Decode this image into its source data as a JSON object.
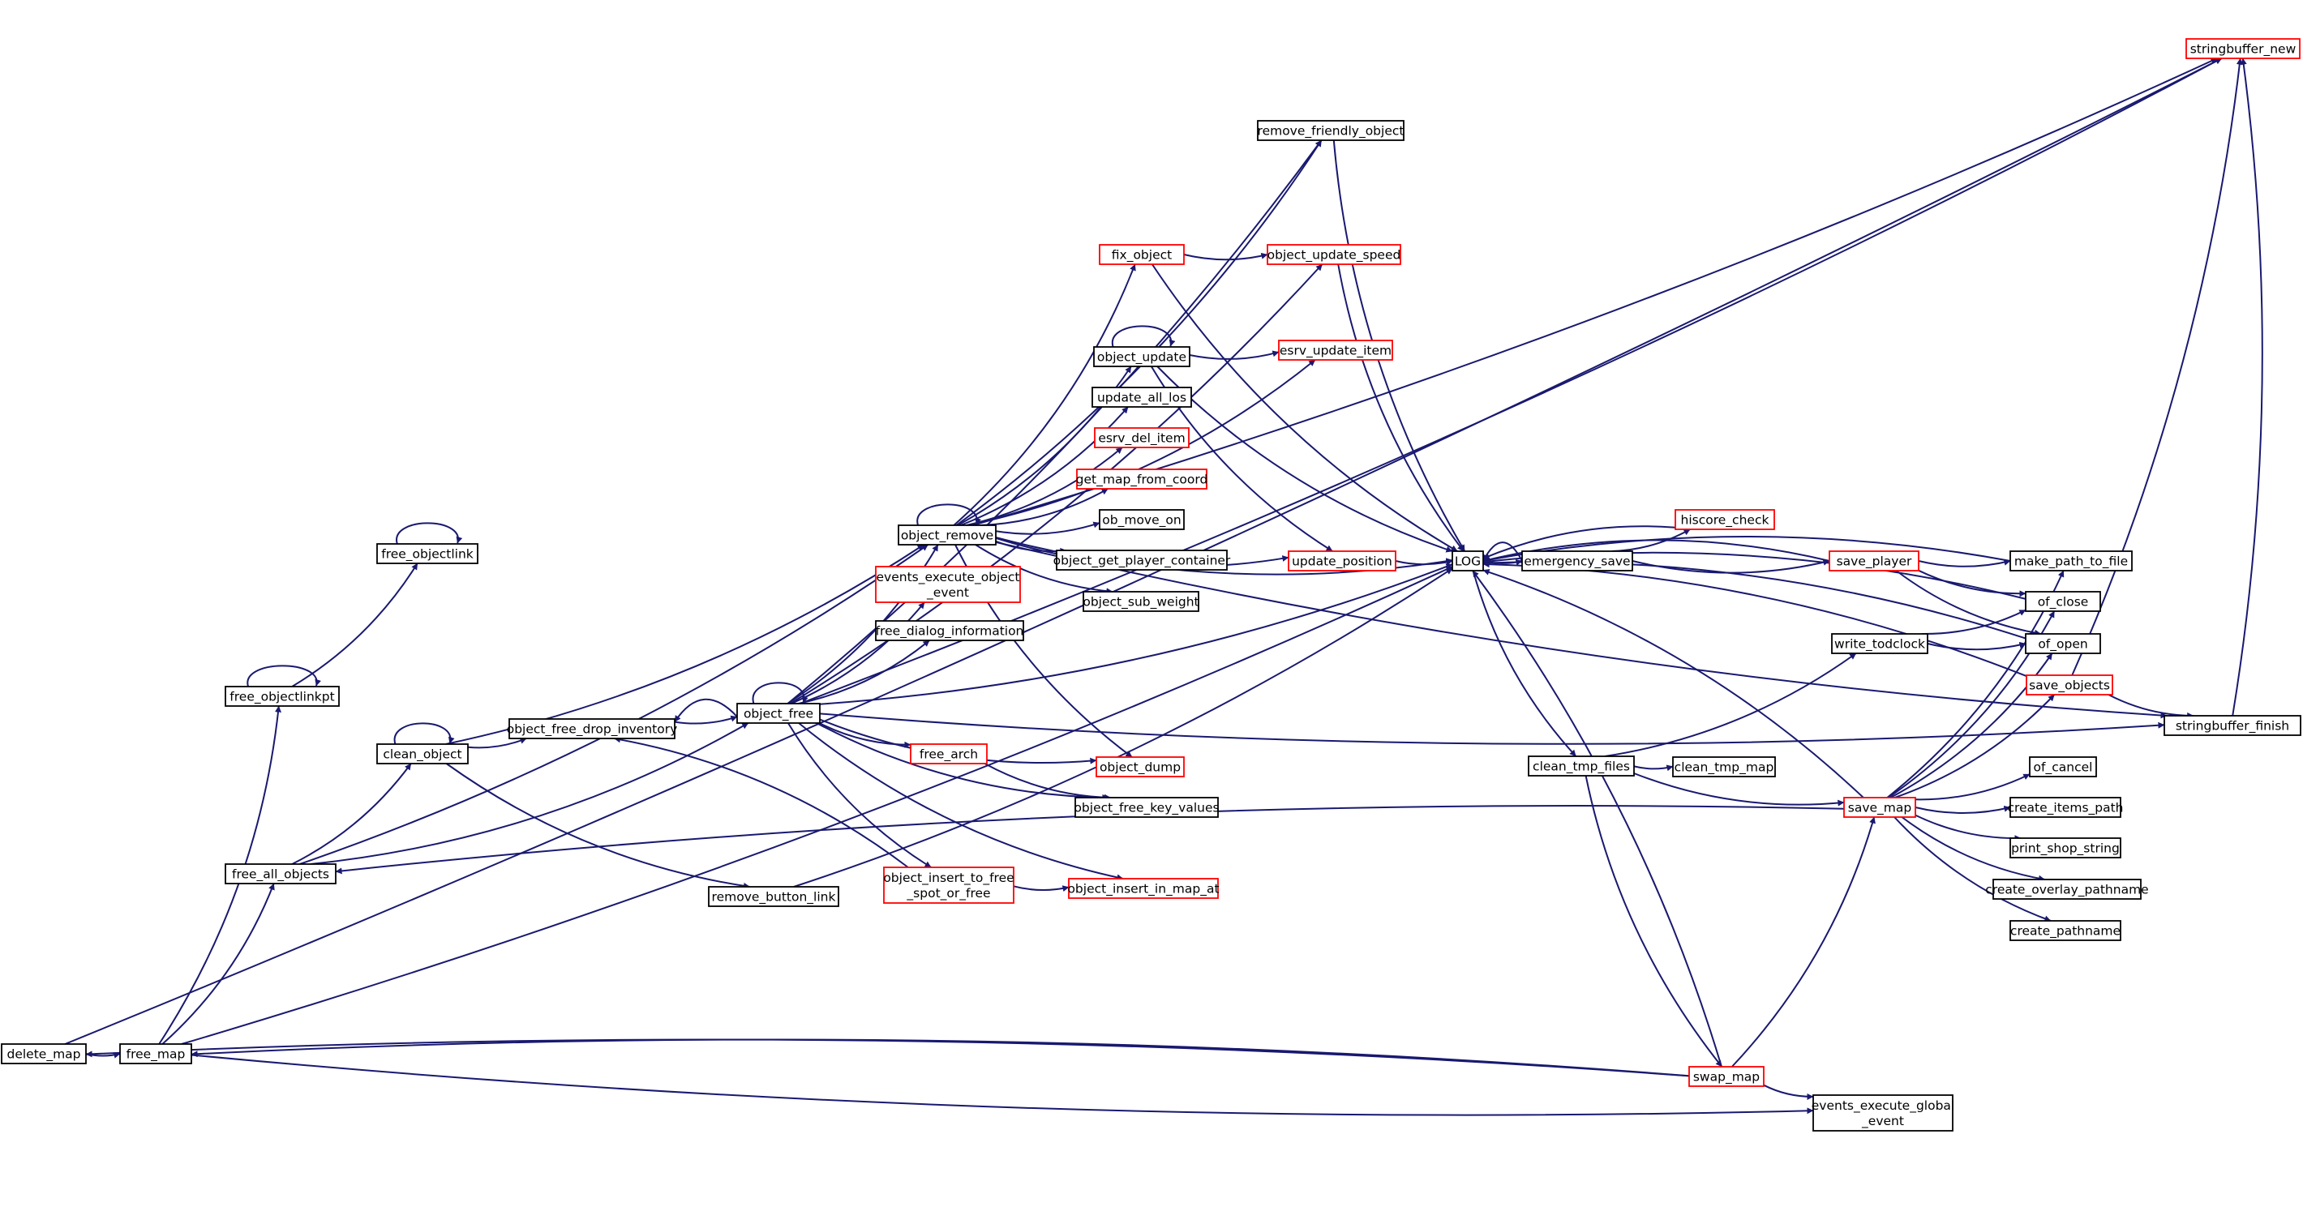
{
  "colors": {
    "edge": "#191970",
    "border_default": "#000000",
    "border_truncated": "#ff0000",
    "fill_default": "#ffffff",
    "fill_root": "#bfbfbf"
  },
  "nodes": [
    {
      "id": "delete_map",
      "lines": [
        "delete_map"
      ],
      "kind": "root"
    },
    {
      "id": "free_map",
      "lines": [
        "free_map"
      ],
      "kind": "normal"
    },
    {
      "id": "free_all_objects",
      "lines": [
        "free_all_objects"
      ],
      "kind": "normal"
    },
    {
      "id": "free_objectlinkpt",
      "lines": [
        "free_objectlinkpt"
      ],
      "kind": "normal"
    },
    {
      "id": "free_objectlink",
      "lines": [
        "free_objectlink"
      ],
      "kind": "normal"
    },
    {
      "id": "clean_object",
      "lines": [
        "clean_object"
      ],
      "kind": "normal"
    },
    {
      "id": "object_free_drop_inventory",
      "lines": [
        "object_free_drop_inventory"
      ],
      "kind": "normal"
    },
    {
      "id": "remove_button_link",
      "lines": [
        "remove_button_link"
      ],
      "kind": "normal"
    },
    {
      "id": "object_free",
      "lines": [
        "object_free"
      ],
      "kind": "normal"
    },
    {
      "id": "object_remove",
      "lines": [
        "object_remove"
      ],
      "kind": "normal"
    },
    {
      "id": "events_execute_object_event",
      "lines": [
        "events_execute_object",
        "_event"
      ],
      "kind": "truncated"
    },
    {
      "id": "free_dialog_information",
      "lines": [
        "free_dialog_information"
      ],
      "kind": "normal"
    },
    {
      "id": "free_arch",
      "lines": [
        "free_arch"
      ],
      "kind": "truncated"
    },
    {
      "id": "object_insert_to_free_spot_or_free",
      "lines": [
        "object_insert_to_free",
        "_spot_or_free"
      ],
      "kind": "truncated"
    },
    {
      "id": "object_insert_in_map_at",
      "lines": [
        "object_insert_in_map_at"
      ],
      "kind": "truncated"
    },
    {
      "id": "remove_friendly_object",
      "lines": [
        "remove_friendly_object"
      ],
      "kind": "normal"
    },
    {
      "id": "fix_object",
      "lines": [
        "fix_object"
      ],
      "kind": "truncated"
    },
    {
      "id": "object_update_speed",
      "lines": [
        "object_update_speed"
      ],
      "kind": "truncated"
    },
    {
      "id": "object_update",
      "lines": [
        "object_update"
      ],
      "kind": "normal"
    },
    {
      "id": "esrv_update_item",
      "lines": [
        "esrv_update_item"
      ],
      "kind": "truncated"
    },
    {
      "id": "update_all_los",
      "lines": [
        "update_all_los"
      ],
      "kind": "normal"
    },
    {
      "id": "esrv_del_item",
      "lines": [
        "esrv_del_item"
      ],
      "kind": "truncated"
    },
    {
      "id": "get_map_from_coord",
      "lines": [
        "get_map_from_coord"
      ],
      "kind": "truncated"
    },
    {
      "id": "ob_move_on",
      "lines": [
        "ob_move_on"
      ],
      "kind": "normal"
    },
    {
      "id": "object_get_player_container",
      "lines": [
        "object_get_player_container"
      ],
      "kind": "normal"
    },
    {
      "id": "object_sub_weight",
      "lines": [
        "object_sub_weight"
      ],
      "kind": "normal"
    },
    {
      "id": "update_position",
      "lines": [
        "update_position"
      ],
      "kind": "truncated"
    },
    {
      "id": "object_dump",
      "lines": [
        "object_dump"
      ],
      "kind": "truncated"
    },
    {
      "id": "object_free_key_values",
      "lines": [
        "object_free_key_values"
      ],
      "kind": "normal"
    },
    {
      "id": "LOG",
      "lines": [
        "LOG"
      ],
      "kind": "normal"
    },
    {
      "id": "emergency_save",
      "lines": [
        "emergency_save"
      ],
      "kind": "normal"
    },
    {
      "id": "hiscore_check",
      "lines": [
        "hiscore_check"
      ],
      "kind": "truncated"
    },
    {
      "id": "save_player",
      "lines": [
        "save_player"
      ],
      "kind": "truncated"
    },
    {
      "id": "clean_tmp_files",
      "lines": [
        "clean_tmp_files"
      ],
      "kind": "normal"
    },
    {
      "id": "clean_tmp_map",
      "lines": [
        "clean_tmp_map"
      ],
      "kind": "normal"
    },
    {
      "id": "write_todclock",
      "lines": [
        "write_todclock"
      ],
      "kind": "normal"
    },
    {
      "id": "save_objects",
      "lines": [
        "save_objects"
      ],
      "kind": "truncated"
    },
    {
      "id": "save_map",
      "lines": [
        "save_map"
      ],
      "kind": "truncated"
    },
    {
      "id": "swap_map",
      "lines": [
        "swap_map"
      ],
      "kind": "truncated"
    },
    {
      "id": "events_execute_global_event",
      "lines": [
        "events_execute_global",
        "_event"
      ],
      "kind": "normal"
    },
    {
      "id": "stringbuffer_new",
      "lines": [
        "stringbuffer_new"
      ],
      "kind": "truncated"
    },
    {
      "id": "stringbuffer_finish",
      "lines": [
        "stringbuffer_finish"
      ],
      "kind": "normal"
    },
    {
      "id": "make_path_to_file",
      "lines": [
        "make_path_to_file"
      ],
      "kind": "normal"
    },
    {
      "id": "of_close",
      "lines": [
        "of_close"
      ],
      "kind": "normal"
    },
    {
      "id": "of_open",
      "lines": [
        "of_open"
      ],
      "kind": "normal"
    },
    {
      "id": "of_cancel",
      "lines": [
        "of_cancel"
      ],
      "kind": "normal"
    },
    {
      "id": "create_items_path",
      "lines": [
        "create_items_path"
      ],
      "kind": "normal"
    },
    {
      "id": "print_shop_string",
      "lines": [
        "print_shop_string"
      ],
      "kind": "normal"
    },
    {
      "id": "create_overlay_pathname",
      "lines": [
        "create_overlay_pathname"
      ],
      "kind": "normal"
    },
    {
      "id": "create_pathname",
      "lines": [
        "create_pathname"
      ],
      "kind": "normal"
    }
  ],
  "edges": [
    [
      "delete_map",
      "free_map"
    ],
    [
      "delete_map",
      "stringbuffer_new"
    ],
    [
      "free_map",
      "free_objectlinkpt"
    ],
    [
      "free_map",
      "free_all_objects"
    ],
    [
      "free_map",
      "LOG"
    ],
    [
      "free_map",
      "events_execute_global_event"
    ],
    [
      "free_objectlinkpt",
      "free_objectlink"
    ],
    [
      "free_objectlinkpt",
      "free_objectlinkpt"
    ],
    [
      "free_objectlink",
      "free_objectlink"
    ],
    [
      "free_all_objects",
      "clean_object"
    ],
    [
      "free_all_objects",
      "object_free"
    ],
    [
      "free_all_objects",
      "object_remove"
    ],
    [
      "clean_object",
      "clean_object"
    ],
    [
      "clean_object",
      "object_free_drop_inventory"
    ],
    [
      "clean_object",
      "object_remove"
    ],
    [
      "clean_object",
      "remove_button_link"
    ],
    [
      "remove_button_link",
      "LOG"
    ],
    [
      "object_free_drop_inventory",
      "object_free"
    ],
    [
      "object_free",
      "object_free"
    ],
    [
      "object_free",
      "object_free_drop_inventory"
    ],
    [
      "object_free",
      "object_remove"
    ],
    [
      "object_free",
      "events_execute_object_event"
    ],
    [
      "object_free",
      "free_dialog_information"
    ],
    [
      "object_free",
      "free_arch"
    ],
    [
      "object_free",
      "object_dump"
    ],
    [
      "object_free",
      "object_free_key_values"
    ],
    [
      "object_free",
      "object_insert_to_free_spot_or_free"
    ],
    [
      "object_free",
      "object_insert_in_map_at"
    ],
    [
      "object_free",
      "LOG"
    ],
    [
      "object_free",
      "stringbuffer_finish"
    ],
    [
      "object_free",
      "remove_friendly_object"
    ],
    [
      "object_free",
      "object_update_speed"
    ],
    [
      "object_free",
      "stringbuffer_new"
    ],
    [
      "free_arch",
      "object_free_key_values"
    ],
    [
      "object_insert_to_free_spot_or_free",
      "object_insert_in_map_at"
    ],
    [
      "object_insert_to_free_spot_or_free",
      "object_free_drop_inventory"
    ],
    [
      "object_remove",
      "object_remove"
    ],
    [
      "object_remove",
      "remove_friendly_object"
    ],
    [
      "object_remove",
      "fix_object"
    ],
    [
      "object_remove",
      "esrv_update_item"
    ],
    [
      "object_remove",
      "object_update"
    ],
    [
      "object_remove",
      "update_all_los"
    ],
    [
      "object_remove",
      "esrv_del_item"
    ],
    [
      "object_remove",
      "get_map_from_coord"
    ],
    [
      "object_remove",
      "ob_move_on"
    ],
    [
      "object_remove",
      "object_get_player_container"
    ],
    [
      "object_remove",
      "object_sub_weight"
    ],
    [
      "object_remove",
      "update_position"
    ],
    [
      "object_remove",
      "object_dump"
    ],
    [
      "object_remove",
      "LOG"
    ],
    [
      "object_remove",
      "stringbuffer_finish"
    ],
    [
      "object_remove",
      "stringbuffer_new"
    ],
    [
      "fix_object",
      "object_update_speed"
    ],
    [
      "fix_object",
      "LOG"
    ],
    [
      "object_update",
      "object_update"
    ],
    [
      "object_update",
      "esrv_update_item"
    ],
    [
      "object_update",
      "update_position"
    ],
    [
      "object_update",
      "LOG"
    ],
    [
      "update_position",
      "LOG"
    ],
    [
      "object_update_speed",
      "LOG"
    ],
    [
      "remove_friendly_object",
      "LOG"
    ],
    [
      "LOG",
      "emergency_save"
    ],
    [
      "LOG",
      "clean_tmp_files"
    ],
    [
      "emergency_save",
      "LOG"
    ],
    [
      "emergency_save",
      "hiscore_check"
    ],
    [
      "emergency_save",
      "save_player"
    ],
    [
      "hiscore_check",
      "LOG"
    ],
    [
      "save_player",
      "LOG"
    ],
    [
      "save_player",
      "make_path_to_file"
    ],
    [
      "save_player",
      "of_close"
    ],
    [
      "save_player",
      "of_open"
    ],
    [
      "clean_tmp_files",
      "clean_tmp_map"
    ],
    [
      "clean_tmp_files",
      "write_todclock"
    ],
    [
      "clean_tmp_files",
      "save_map"
    ],
    [
      "clean_tmp_files",
      "swap_map"
    ],
    [
      "write_todclock",
      "of_close"
    ],
    [
      "write_todclock",
      "of_open"
    ],
    [
      "make_path_to_file",
      "LOG"
    ],
    [
      "of_close",
      "LOG"
    ],
    [
      "of_open",
      "LOG"
    ],
    [
      "save_objects",
      "LOG"
    ],
    [
      "save_objects",
      "stringbuffer_finish"
    ],
    [
      "save_objects",
      "stringbuffer_new"
    ],
    [
      "save_map",
      "LOG"
    ],
    [
      "save_map",
      "free_all_objects"
    ],
    [
      "save_map",
      "make_path_to_file"
    ],
    [
      "save_map",
      "of_close"
    ],
    [
      "save_map",
      "of_open"
    ],
    [
      "save_map",
      "save_objects"
    ],
    [
      "save_map",
      "of_cancel"
    ],
    [
      "save_map",
      "create_items_path"
    ],
    [
      "save_map",
      "print_shop_string"
    ],
    [
      "save_map",
      "create_overlay_pathname"
    ],
    [
      "save_map",
      "create_pathname"
    ],
    [
      "swap_map",
      "LOG"
    ],
    [
      "swap_map",
      "save_map"
    ],
    [
      "swap_map",
      "free_map"
    ],
    [
      "swap_map",
      "delete_map"
    ],
    [
      "swap_map",
      "events_execute_global_event"
    ],
    [
      "stringbuffer_finish",
      "stringbuffer_new"
    ]
  ]
}
